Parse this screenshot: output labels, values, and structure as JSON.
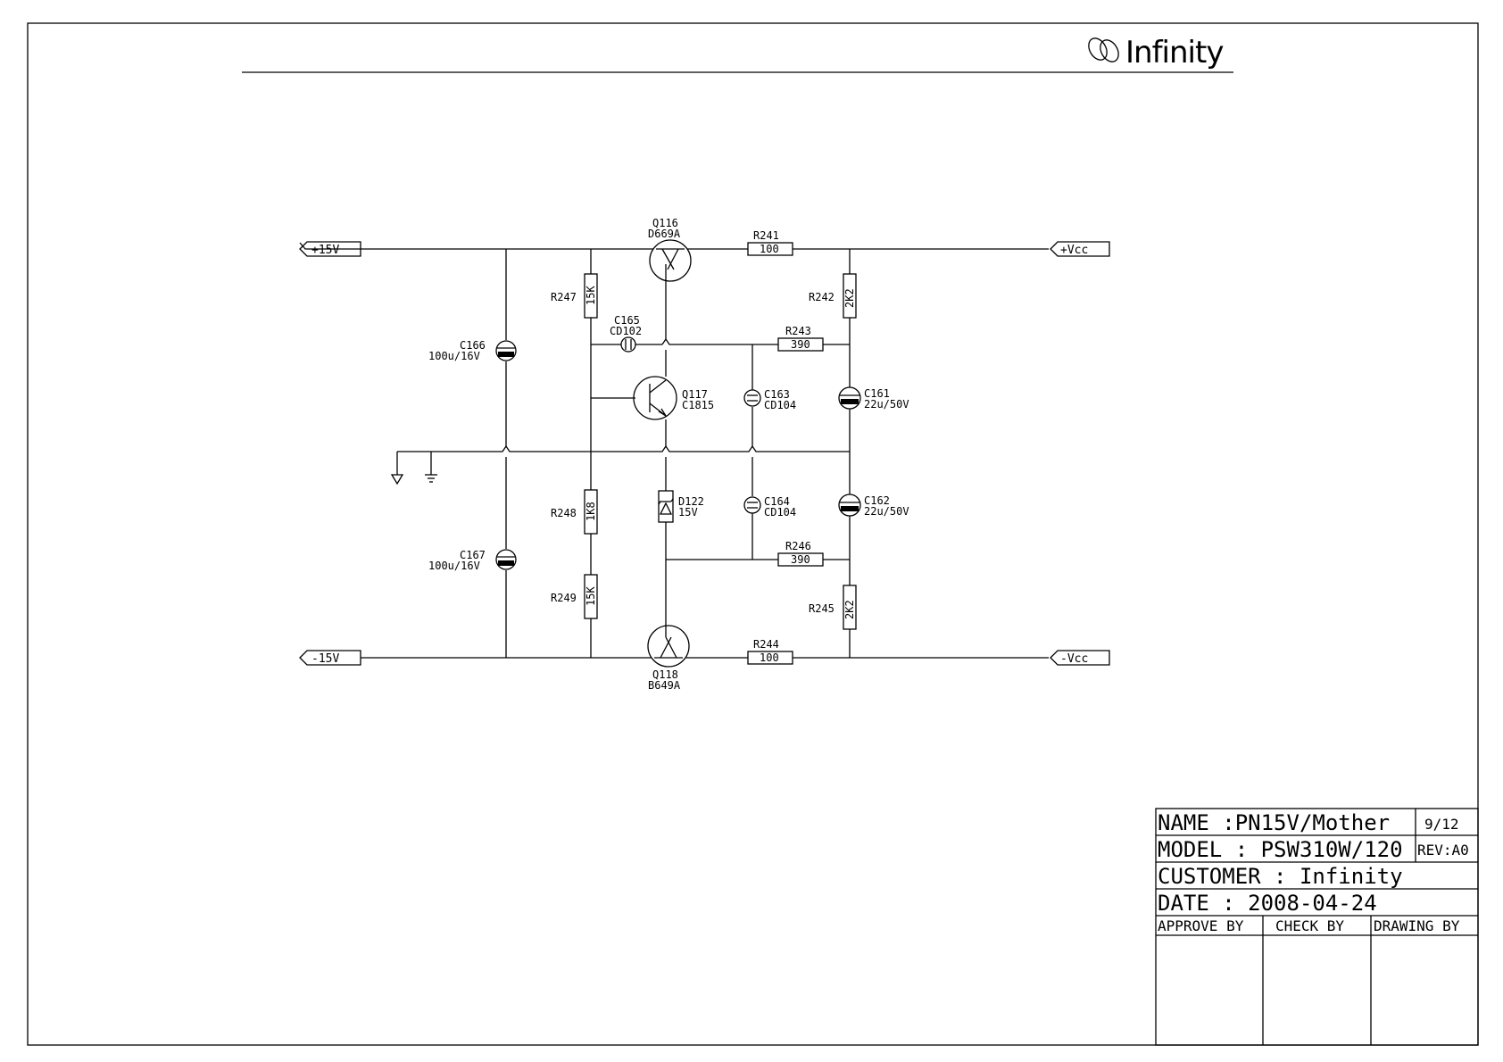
{
  "brand": "Infinity",
  "ports": {
    "p15": "+15V",
    "n15": "-15V",
    "pvcc": "+Vcc",
    "nvcc": "-Vcc"
  },
  "components": {
    "q116": {
      "ref": "Q116",
      "value": "D669A"
    },
    "q117": {
      "ref": "Q117",
      "value": "C1815"
    },
    "q118": {
      "ref": "Q118",
      "value": "B649A"
    },
    "r241": {
      "ref": "R241",
      "value": "100"
    },
    "r242": {
      "ref": "R242",
      "value": "2K2"
    },
    "r243": {
      "ref": "R243",
      "value": "390"
    },
    "r244": {
      "ref": "R244",
      "value": "100"
    },
    "r245": {
      "ref": "R245",
      "value": "2K2"
    },
    "r246": {
      "ref": "R246",
      "value": "390"
    },
    "r247": {
      "ref": "R247",
      "value": "15K"
    },
    "r248": {
      "ref": "R248",
      "value": "1K8"
    },
    "r249": {
      "ref": "R249",
      "value": "15K"
    },
    "c161": {
      "ref": "C161",
      "value": "22u/50V"
    },
    "c162": {
      "ref": "C162",
      "value": "22u/50V"
    },
    "c163": {
      "ref": "C163",
      "value": "CD104"
    },
    "c164": {
      "ref": "C164",
      "value": "CD104"
    },
    "c165": {
      "ref": "C165",
      "value": "CD102"
    },
    "c166": {
      "ref": "C166",
      "value": "100u/16V"
    },
    "c167": {
      "ref": "C167",
      "value": "100u/16V"
    },
    "d122": {
      "ref": "D122",
      "value": "15V"
    }
  },
  "title_block": {
    "name": "NAME :PN15V/Mother",
    "sheet": "9/12",
    "model": "MODEL : PSW310W/120",
    "rev": "REV:A0",
    "customer": "CUSTOMER : Infinity",
    "date": "DATE :  2008-04-24",
    "approve": "APPROVE BY",
    "check": "CHECK BY",
    "drawing": "DRAWING BY"
  }
}
